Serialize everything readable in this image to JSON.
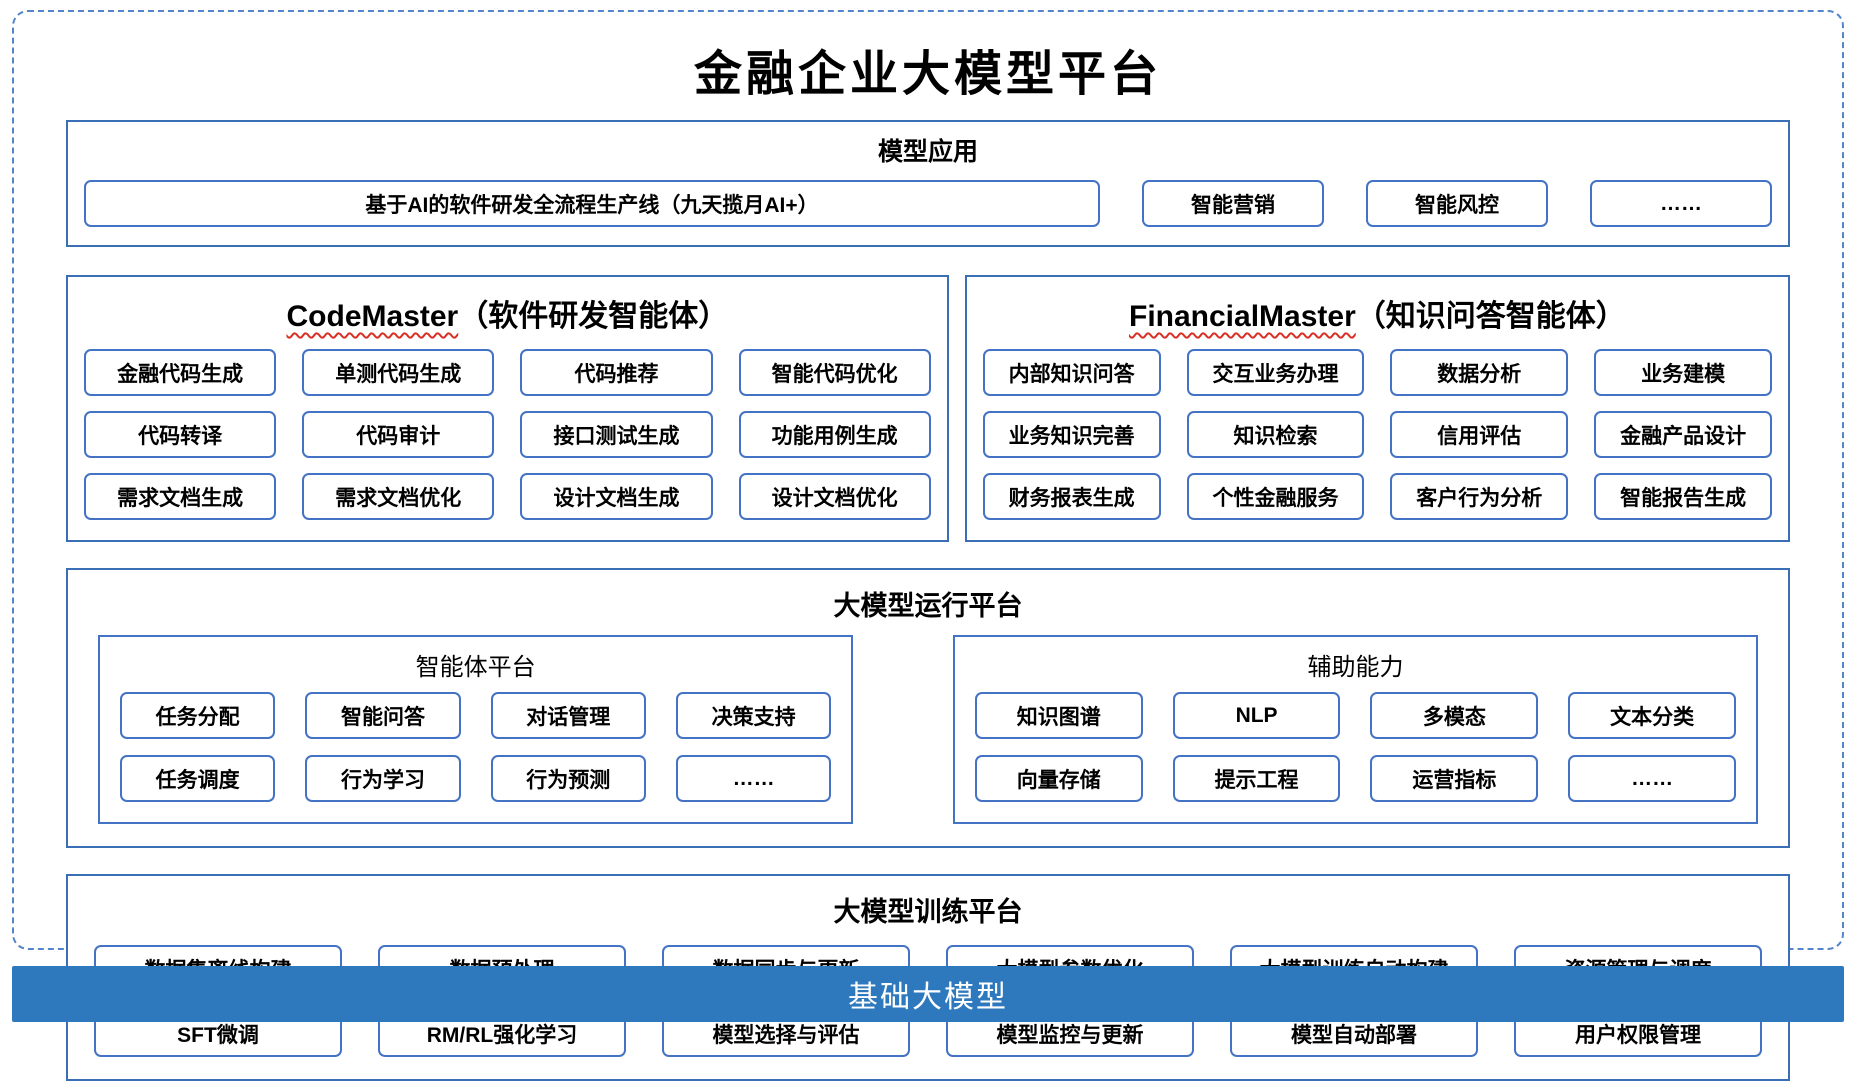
{
  "title": "金融企业大模型平台",
  "colors": {
    "section_border": "#3B6FB5",
    "item_border": "#4472C4",
    "outer_dashed": "#5585C9",
    "footer_bg": "#2E79BD",
    "spellcheck_wavy": "#D93025"
  },
  "modelApp": {
    "title": "模型应用",
    "pipeline": "基于AI的软件研发全流程生产线（九天揽月AI+）",
    "items": [
      "智能营销",
      "智能风控",
      "……"
    ]
  },
  "codeMaster": {
    "name": "CodeMaster",
    "subtitle": "（软件研发智能体）",
    "items": [
      "金融代码生成",
      "单测代码生成",
      "代码推荐",
      "智能代码优化",
      "代码转译",
      "代码审计",
      "接口测试生成",
      "功能用例生成",
      "需求文档生成",
      "需求文档优化",
      "设计文档生成",
      "设计文档优化"
    ]
  },
  "financialMaster": {
    "name": "FinancialMaster",
    "subtitle": "（知识问答智能体）",
    "items": [
      "内部知识问答",
      "交互业务办理",
      "数据分析",
      "业务建模",
      "业务知识完善",
      "知识检索",
      "信用评估",
      "金融产品设计",
      "财务报表生成",
      "个性金融服务",
      "客户行为分析",
      "智能报告生成"
    ]
  },
  "runtime": {
    "title": "大模型运行平台",
    "agentPlatform": {
      "title": "智能体平台",
      "items": [
        "任务分配",
        "智能问答",
        "对话管理",
        "决策支持",
        "任务调度",
        "行为学习",
        "行为预测",
        "……"
      ]
    },
    "auxiliary": {
      "title": "辅助能力",
      "items": [
        "知识图谱",
        "NLP",
        "多模态",
        "文本分类",
        "向量存储",
        "提示工程",
        "运营指标",
        "……"
      ]
    }
  },
  "training": {
    "title": "大模型训练平台",
    "items": [
      "数据集离线构建",
      "数据预处理",
      "数据同步与更新",
      "大模型参数优化",
      "大模型训练自动构建",
      "资源管理与调度",
      "SFT微调",
      "RM/RL强化学习",
      "模型选择与评估",
      "模型监控与更新",
      "模型自动部署",
      "用户权限管理"
    ]
  },
  "footer": {
    "label": "基础大模型"
  }
}
